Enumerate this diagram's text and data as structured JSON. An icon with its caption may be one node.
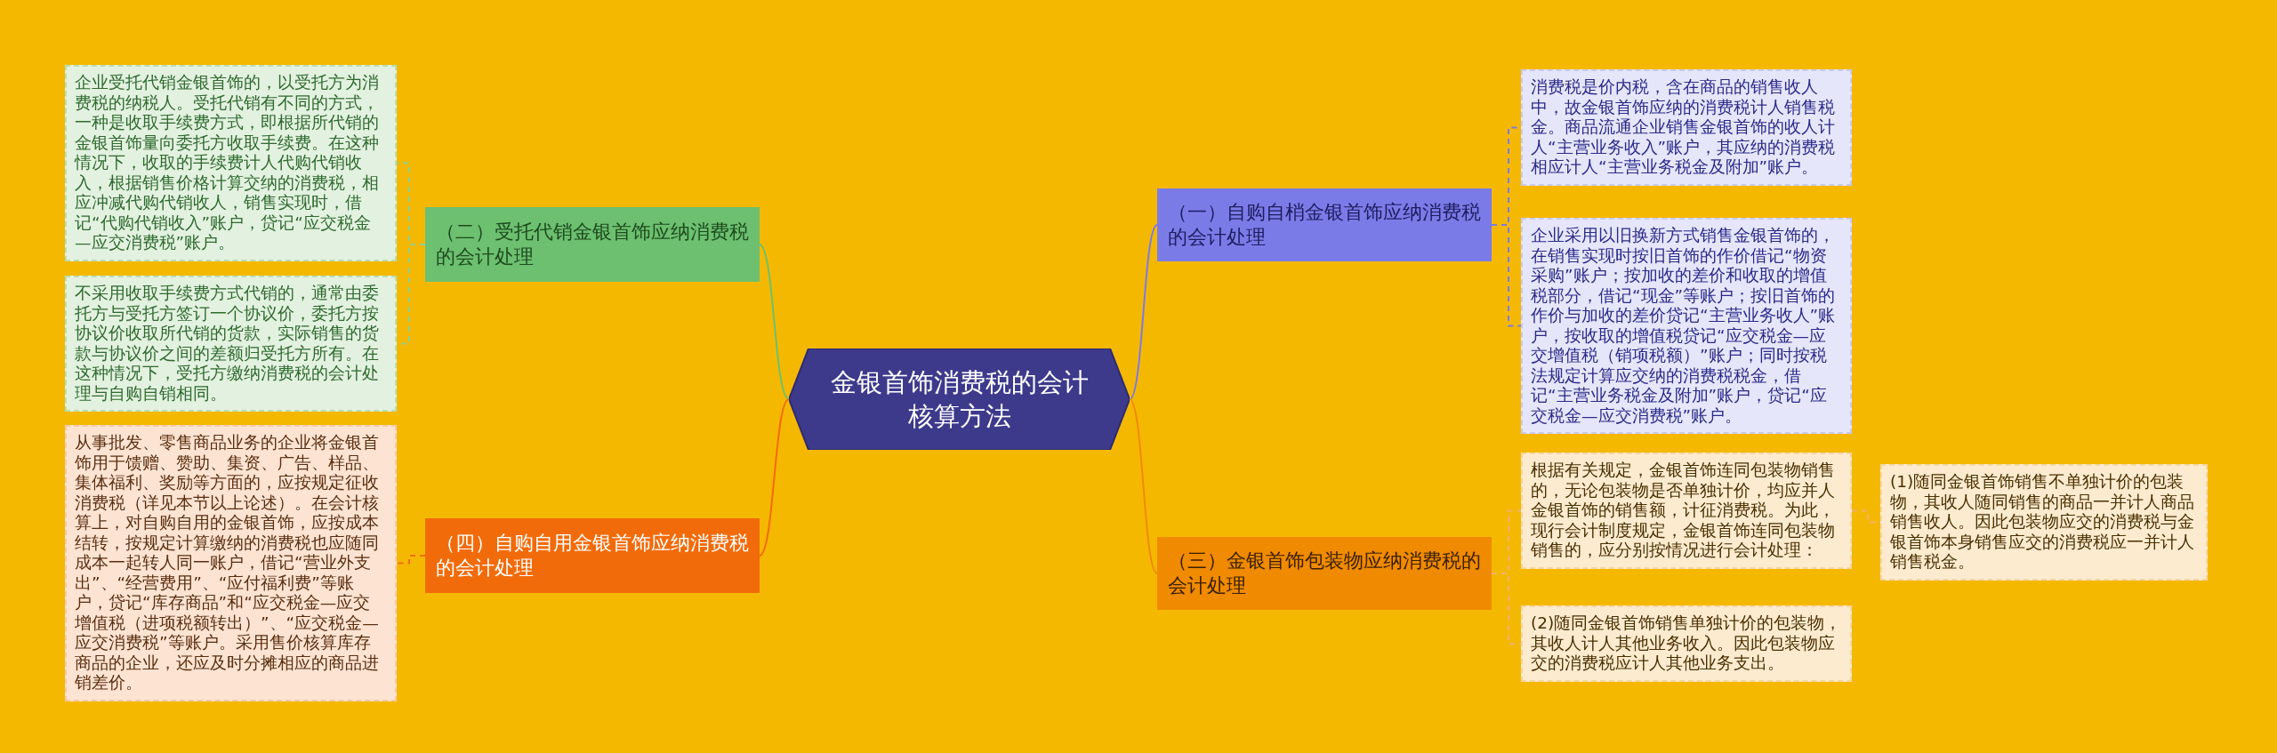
{
  "diagram": {
    "nodes": [
      {
        "text": [
          "金银首饰消费税的会计核算方法"
        ]
      },
      {
        "text": [
          "（二）受托代销金银首饰应纳消费税的会计处理"
        ]
      },
      {
        "text": [
          "企业受托代销金银首饰的，以受托方为消费税的纳税人。受托代销有不同的方式，一种是收取手续费方式，即根据所代销的金银首饰量向委托方收取手续费。在这种情况下，收取的手续费计人代购代销收入，根据销售价格计算交纳的消费税，相应冲减代购代销收人，销售实现时，借记“代购代销收入”账户，贷记“应交税金—应交消费税”账户。"
        ]
      },
      {
        "text": [
          "不采用收取手续费方式代销的，通常由委托方与受托方签订一个协议价，委托方按协议价收取所代销的货款，实际销售的货款与协议价之间的差额归受托方所有。在这种情况下，受托方缴纳消费税的会计处理与自购自销相同。"
        ]
      },
      {
        "text": [
          "（四）自购自用金银首饰应纳消费税的会计处理"
        ]
      },
      {
        "text": [
          "从事批发、零售商品业务的企业将金银首饰用于馈赠、赞助、集资、广告、样品、集体福利、奖励等方面的，应按规定征收消费税（详见本节以上论述）。在会计核算上，对自购自用的金银首饰，应按成本结转，按规定计算缴纳的消费税也应随同成本一起转人同一账户，借记“营业外支出”、“经营费用”、“应付福利费”等账户，贷记“库存商品”和“应交税金—应交增值税（进项税额转出）”、“应交税金—应交消费税”等账户。采用售价核算库存商品的企业，还应及时分摊相应的商品进销差价。"
        ]
      },
      {
        "text": [
          "（一）自购自梢金银首饰应纳消费税的会计处理"
        ]
      },
      {
        "text": [
          "消费税是价内税，含在商品的销售收人中，故金银首饰应纳的消费税计人销售税金。商品流通企业销售金银首饰的收人计人“主营业务收入”账户，其应纳的消费税相应计人“主营业务税金及附加”账户。"
        ]
      },
      {
        "text": [
          "企业采用以旧换新方式销售金银首饰的，在销售实现时按旧首饰的作价借记“物资采购”账户；按加收的差价和收取的增值税部分，借记“现金”等账户；按旧首饰的作价与加收的差价贷记“主营业务收人”账户，按收取的增值税贷记“应交税金—应交增值税（销项税额）”账户；同时按税法规定计算应交纳的消费税税金，借记“主营业务税金及附加”账户，贷记“应交税金—应交消费税”账户。"
        ]
      },
      {
        "text": [
          "（三）金银首饰包装物应纳消费税的会计处理"
        ]
      },
      {
        "text": [
          "根据有关规定，金银首饰连同包装物销售的，无论包装物是否单独计价，均应并人金银首饰的销售额，计征消费税。为此，现行会计制度规定，金银首饰连同包装物销售的，应分别按情况进行会计处理："
        ]
      },
      {
        "text": [
          "(2)随同金银首饰销售单独计价的包装物，其收人计人其他业务收入。因此包装物应交的消费税应计人其他业务支出。"
        ]
      },
      {
        "text": [
          "(1)随同金银首饰销售不单独计价的包装物，其收人随同销售的商品一并计人商品销售收人。因此包装物应交的消费税与金银首饰本身销售应交的消费税应一并计人销售税金。"
        ]
      }
    ],
    "edges": [
      {
        "from": 0,
        "to": 1,
        "arrow": "none",
        "color": "#6cc070"
      },
      {
        "from": 1,
        "to": 2,
        "arrow": "none",
        "style": "dashed",
        "color": "#8fd08f"
      },
      {
        "from": 1,
        "to": 3,
        "arrow": "none",
        "style": "dashed",
        "color": "#8fd08f"
      },
      {
        "from": 0,
        "to": 4,
        "arrow": "none",
        "color": "#f26b0a"
      },
      {
        "from": 4,
        "to": 5,
        "arrow": "none",
        "style": "dashed",
        "color": "#f26b0a"
      },
      {
        "from": 0,
        "to": 6,
        "arrow": "none",
        "color": "#7b7be8"
      },
      {
        "from": 6,
        "to": 7,
        "arrow": "none",
        "style": "dashed",
        "color": "#7b7be8"
      },
      {
        "from": 6,
        "to": 8,
        "arrow": "none",
        "style": "dashed",
        "color": "#7b7be8"
      },
      {
        "from": 0,
        "to": 9,
        "arrow": "none",
        "color": "#f08a00"
      },
      {
        "from": 9,
        "to": 10,
        "arrow": "none",
        "style": "dashed",
        "color": "#f0b070"
      },
      {
        "from": 9,
        "to": 11,
        "arrow": "none",
        "style": "dashed",
        "color": "#f0b070"
      },
      {
        "from": 10,
        "to": 12,
        "arrow": "none",
        "style": "dashed",
        "color": "#f0b070"
      }
    ]
  }
}
